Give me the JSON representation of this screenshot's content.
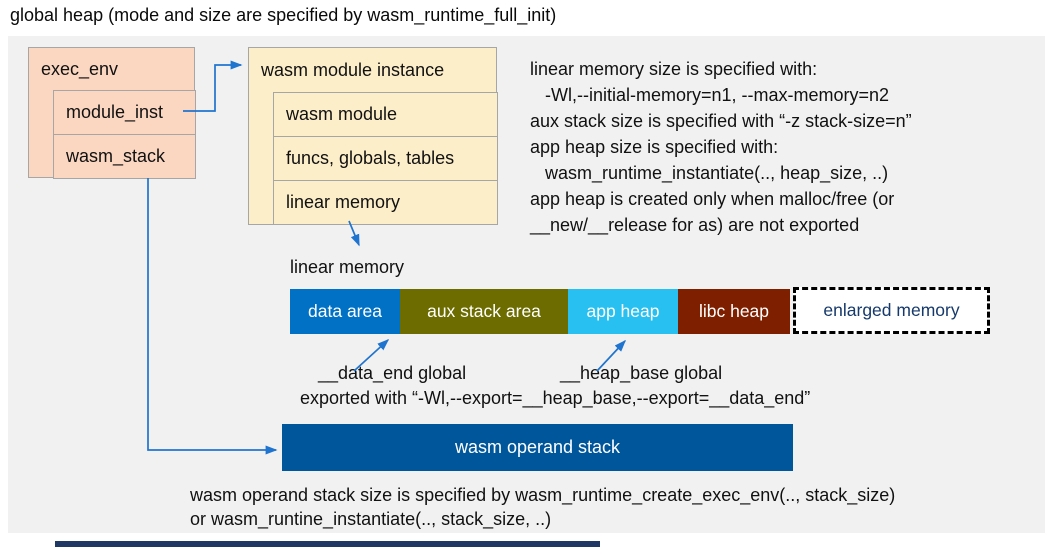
{
  "title": "global heap (mode and size are specified by wasm_runtime_full_init)",
  "exec_env": {
    "header": "exec_env",
    "rows": [
      "module_inst",
      "wasm_stack"
    ]
  },
  "module_instance": {
    "header": "wasm module instance",
    "rows": [
      "wasm module",
      "funcs, globals, tables",
      "linear memory"
    ]
  },
  "notes_right": {
    "lines": [
      "linear memory size is specified with:",
      "   -Wl,--initial-memory=n1, --max-memory=n2",
      "aux stack size is specified with “-z stack-size=n”",
      "app heap size is specified with:",
      "   wasm_runtime_instantiate(.., heap_size, ..)",
      "app heap is created only when malloc/free (or",
      "__new/__release for as) are not exported"
    ]
  },
  "linear_memory": {
    "label": "linear memory",
    "segments": [
      {
        "label": "data area",
        "color": "#0071c5",
        "text_color": "#ffffff"
      },
      {
        "label": "aux stack area",
        "color": "#6c6c00",
        "text_color": "#ffffff"
      },
      {
        "label": "app heap",
        "color": "#27c0f0",
        "text_color": "#ffffff"
      },
      {
        "label": "libc heap",
        "color": "#7e2000",
        "text_color": "#ffffff"
      },
      {
        "label": "enlarged memory",
        "color": "#ffffff",
        "text_color": "#16396b",
        "border": "dashed"
      }
    ]
  },
  "globals_labels": {
    "data_end": "__data_end global",
    "heap_base": "__heap_base global",
    "exported": "exported with “-Wl,--export=__heap_base,--export=__data_end”"
  },
  "operand_stack": {
    "label": "wasm operand stack",
    "color": "#00569b"
  },
  "notes_bottom": {
    "lines": [
      "wasm operand stack size is specified by wasm_runtime_create_exec_env(.., stack_size)",
      "or wasm_runtine_instantiate(.., stack_size, ..)"
    ]
  },
  "colors": {
    "panel": "#f1f1f1",
    "box_exec": "#fbd7c2",
    "box_instance": "#fdeeca",
    "box_border": "#a6a6a6",
    "arrow": "#1f74cf",
    "global_heap_strip": "#1f3864"
  }
}
